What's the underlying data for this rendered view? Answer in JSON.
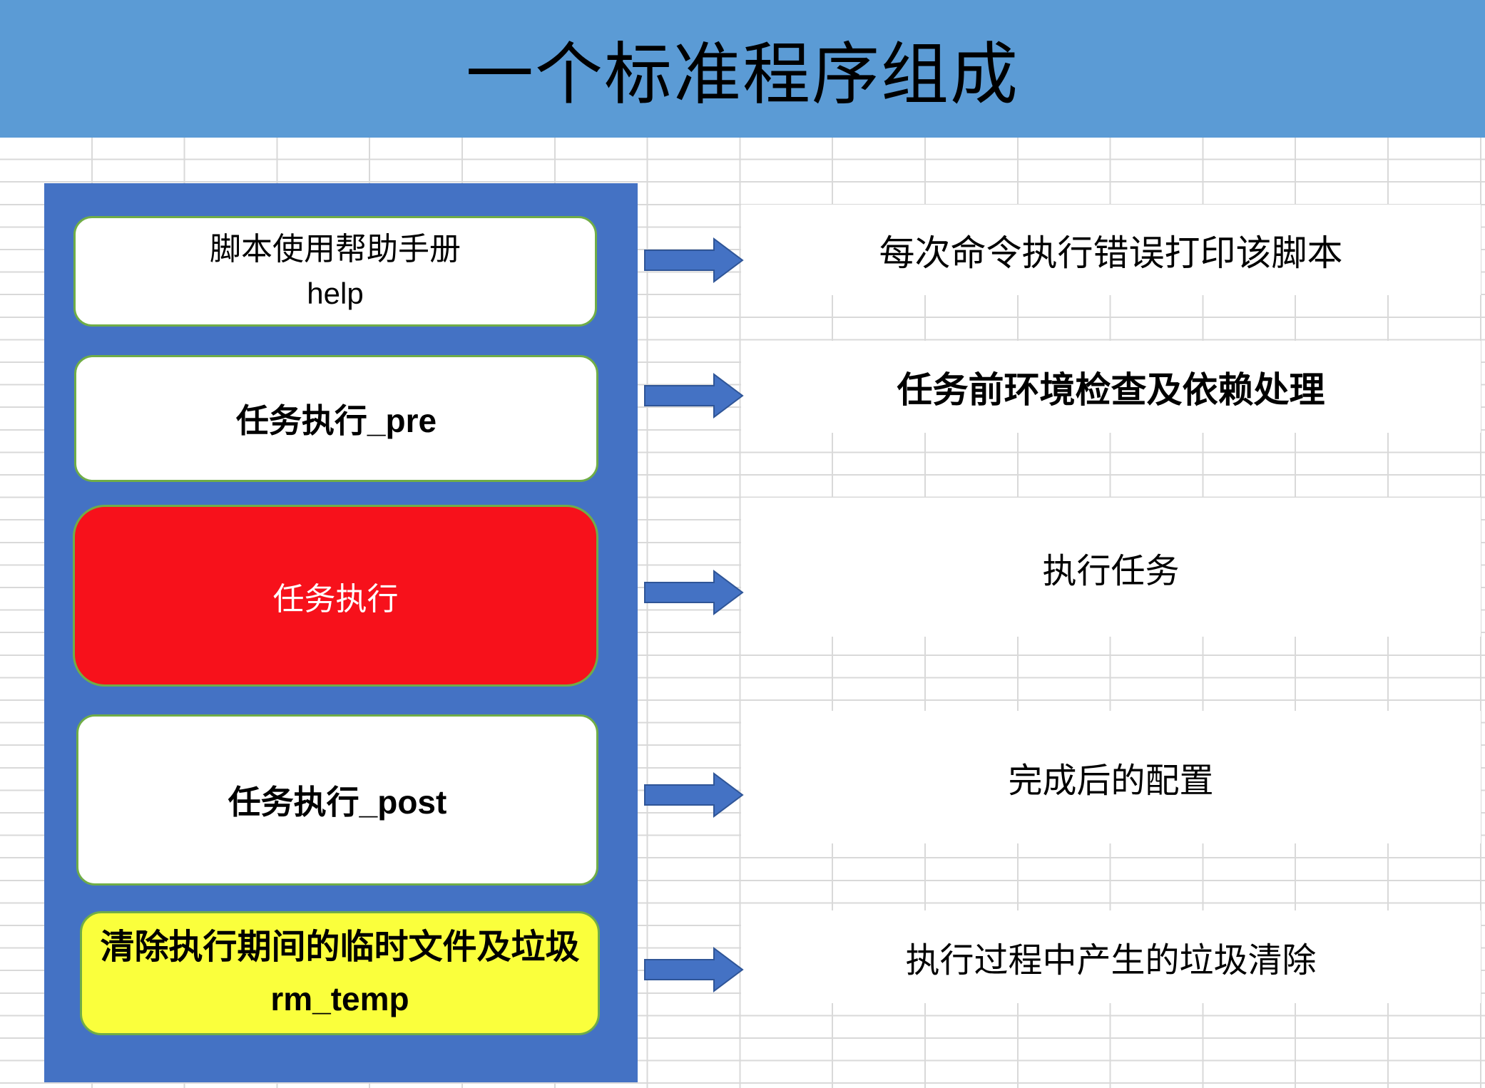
{
  "title": {
    "text": "一个标准程序组成"
  },
  "palette": {
    "title_bar": "#5B9BD5",
    "container": "#4472C4",
    "arrow_fill": "#4472C4",
    "arrow_outline": "#2F5597",
    "box_border_green": "#70AD47",
    "red_box": "#F7111B",
    "yellow_box": "#FAFF3C",
    "grid_line": "#D9D9D9"
  },
  "flow": {
    "steps": [
      {
        "id": "help",
        "box_line1": "脚本使用帮助手册",
        "box_line2": "help",
        "box_style": "white",
        "description": "每次命令执行错误打印该脚本"
      },
      {
        "id": "pre",
        "box_line1": "任务执行_pre",
        "box_style": "white",
        "description": "任务前环境检查及依赖处理"
      },
      {
        "id": "exec",
        "box_line1": "任务执行",
        "box_style": "red",
        "description": "执行任务"
      },
      {
        "id": "post",
        "box_line1": "任务执行_post",
        "box_style": "white",
        "description": "完成后的配置"
      },
      {
        "id": "rm-temp",
        "box_line1": "清除执行期间的临时文件及垃圾",
        "box_line2": "rm_temp",
        "box_style": "yellow",
        "description": "执行过程中产生的垃圾清除"
      }
    ]
  }
}
